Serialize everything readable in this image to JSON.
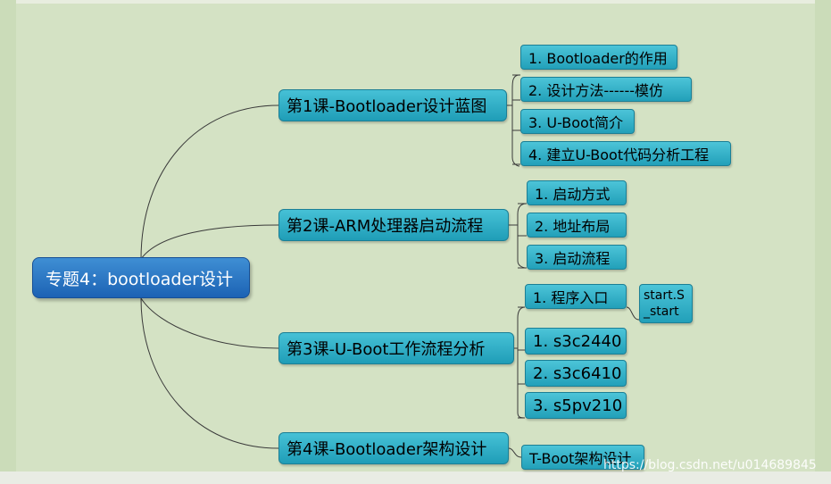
{
  "colors": {
    "background": "#d4e2c4",
    "root_fill": "#1c62b4",
    "node_fill": "#2aa8c0",
    "connector": "#3a3a3a"
  },
  "root": {
    "label": "专题4：bootloader设计"
  },
  "lessons": [
    {
      "label": "第1课-Bootloader设计蓝图",
      "topics": [
        "1. Bootloader的作用",
        "2. 设计方法------模仿",
        "3. U-Boot简介",
        "4. 建立U-Boot代码分析工程"
      ]
    },
    {
      "label": "第2课-ARM处理器启动流程",
      "topics": [
        "1.  启动方式",
        "2.  地址布局",
        "3.  启动流程"
      ]
    },
    {
      "label": "第3课-U-Boot工作流程分析",
      "topics": [
        "1.  程序入口",
        "1. s3c2440",
        "2. s3c6410",
        "3. s5pv210"
      ],
      "entry_detail": "start.S\n_start"
    },
    {
      "label": "第4课-Bootloader架构设计",
      "topics": [
        "T-Boot架构设计"
      ]
    }
  ],
  "watermark": "https://blog.csdn.net/u014689845"
}
